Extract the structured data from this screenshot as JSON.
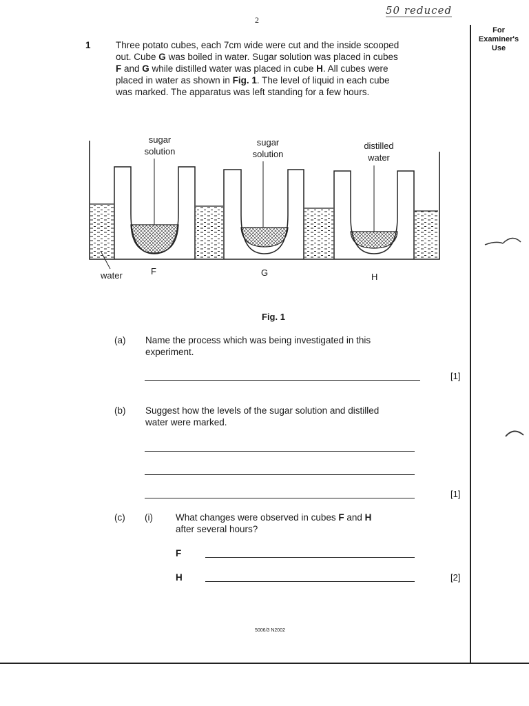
{
  "page_number": "2",
  "handwritten_note": "50 reduced",
  "margin_header": [
    "For",
    "Examiner's",
    "Use"
  ],
  "question": {
    "number": "1",
    "intro": [
      {
        "text": "Three potato cubes, each 7cm wide were cut and the inside scooped"
      },
      {
        "text": "out.  Cube ",
        "b1": "G",
        "t2": " was boiled in water.  Sugar solution was placed in cubes"
      },
      {
        "b1": "F",
        "t2": " and ",
        "b2": "G",
        "t3": " while distilled water was placed in cube ",
        "b3": "H",
        "t4": ".  All cubes were"
      },
      {
        "text": "placed in water as shown in ",
        "b1": "Fig. 1",
        "t2": ".  The level of liquid in each cube"
      },
      {
        "text": "was marked.  The apparatus was left standing for a few hours."
      }
    ]
  },
  "figure": {
    "caption": "Fig. 1",
    "labels": {
      "sugar_1": [
        "sugar",
        "solution"
      ],
      "sugar_2": [
        "sugar",
        "solution"
      ],
      "distilled": [
        "distilled",
        "water"
      ],
      "water": "water",
      "cube_f": "F",
      "cube_g": "G",
      "cube_h": "H"
    }
  },
  "parts": {
    "a": {
      "label": "(a)",
      "text": [
        "Name the process which was being investigated in this",
        "experiment."
      ],
      "marks": "[1]"
    },
    "b": {
      "label": "(b)",
      "text": [
        "Suggest how the levels of the sugar solution and distilled",
        "water were marked."
      ],
      "marks": "[1]"
    },
    "c": {
      "label": "(c)",
      "sub": "(i)",
      "text_pre": "What changes were observed in cubes ",
      "b1": "F",
      "t2": " and ",
      "b2": "H",
      "text_line2": "after several hours?",
      "row_f": "F",
      "row_h": "H",
      "marks": "[2]"
    }
  },
  "footer_code": "5006/3 N2002"
}
